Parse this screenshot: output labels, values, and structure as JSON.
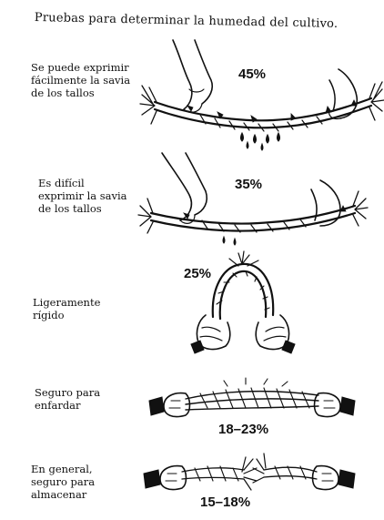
{
  "title": "Pruebas para determinar la humedad del cultivo.",
  "steps": [
    {
      "label": "Se puede exprimir\nfácilmente la savia\nde los tallos",
      "percent": "45%"
    },
    {
      "label": "Es difícil\nexprimir la savia\nde los tallos",
      "percent": "35%"
    },
    {
      "label": "Ligeramente\nrígido",
      "percent": "25%"
    },
    {
      "label": "Seguro para\nenfardar",
      "percent": "18–23%"
    },
    {
      "label": "En general,\nseguro para\nalmacenar",
      "percent": "15–18%"
    }
  ]
}
